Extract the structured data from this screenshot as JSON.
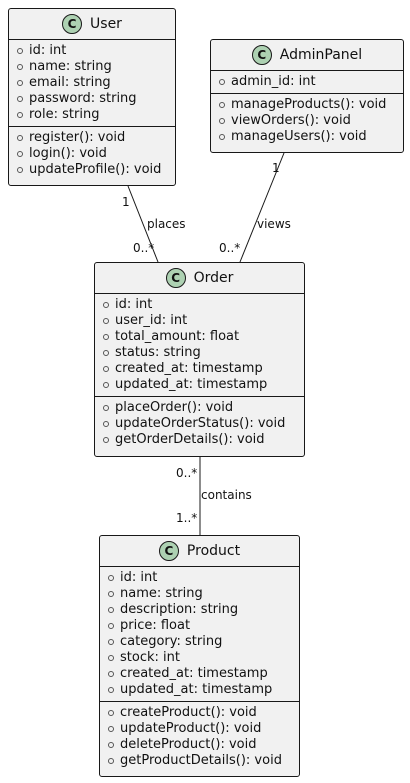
{
  "classes": {
    "user": {
      "name": "User",
      "stereotype": "C",
      "attributes": [
        "id: int",
        "name: string",
        "email: string",
        "password: string",
        "role: string"
      ],
      "methods": [
        "register(): void",
        "login(): void",
        "updateProfile(): void"
      ]
    },
    "adminpanel": {
      "name": "AdminPanel",
      "stereotype": "C",
      "attributes": [
        "admin_id: int"
      ],
      "methods": [
        "manageProducts(): void",
        "viewOrders(): void",
        "manageUsers(): void"
      ]
    },
    "order": {
      "name": "Order",
      "stereotype": "C",
      "attributes": [
        "id: int",
        "user_id: int",
        "total_amount: float",
        "status: string",
        "created_at: timestamp",
        "updated_at: timestamp"
      ],
      "methods": [
        "placeOrder(): void",
        "updateOrderStatus(): void",
        "getOrderDetails(): void"
      ]
    },
    "product": {
      "name": "Product",
      "stereotype": "C",
      "attributes": [
        "id: int",
        "name: string",
        "description: string",
        "price: float",
        "category: string",
        "stock: int",
        "created_at: timestamp",
        "updated_at: timestamp"
      ],
      "methods": [
        "createProduct(): void",
        "updateProduct(): void",
        "deleteProduct(): void",
        "getProductDetails(): void"
      ]
    }
  },
  "relations": {
    "places": {
      "label": "places",
      "from_mult": "1",
      "to_mult": "0..*"
    },
    "views": {
      "label": "views",
      "from_mult": "1",
      "to_mult": "0..*"
    },
    "contains": {
      "label": "contains",
      "from_mult": "0..*",
      "to_mult": "1..*"
    }
  },
  "colors": {
    "class_fill": "#f1f1f1",
    "circle_fill": "#add1b2",
    "line": "#181818"
  }
}
